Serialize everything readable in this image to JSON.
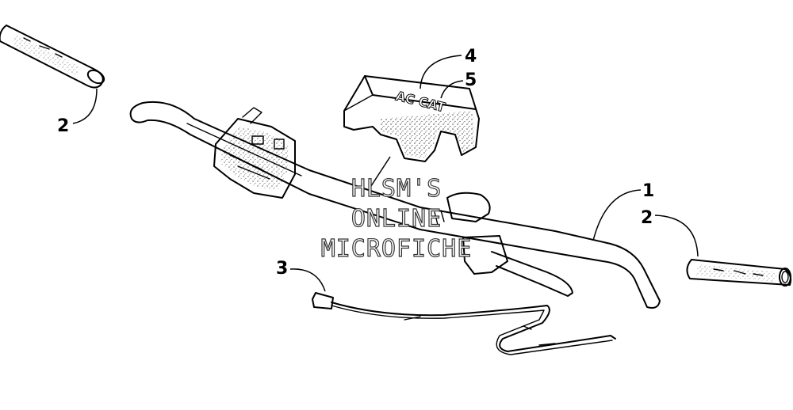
{
  "callouts": [
    {
      "id": "1",
      "label": "1"
    },
    {
      "id": "2a",
      "label": "2"
    },
    {
      "id": "2b",
      "label": "2"
    },
    {
      "id": "3",
      "label": "3"
    },
    {
      "id": "4",
      "label": "4"
    },
    {
      "id": "5",
      "label": "5"
    }
  ],
  "watermark": {
    "line1": "HLSM'S",
    "line2": "ONLINE",
    "line3": "MICROFICHE"
  },
  "pad_logo": "AC CAT"
}
